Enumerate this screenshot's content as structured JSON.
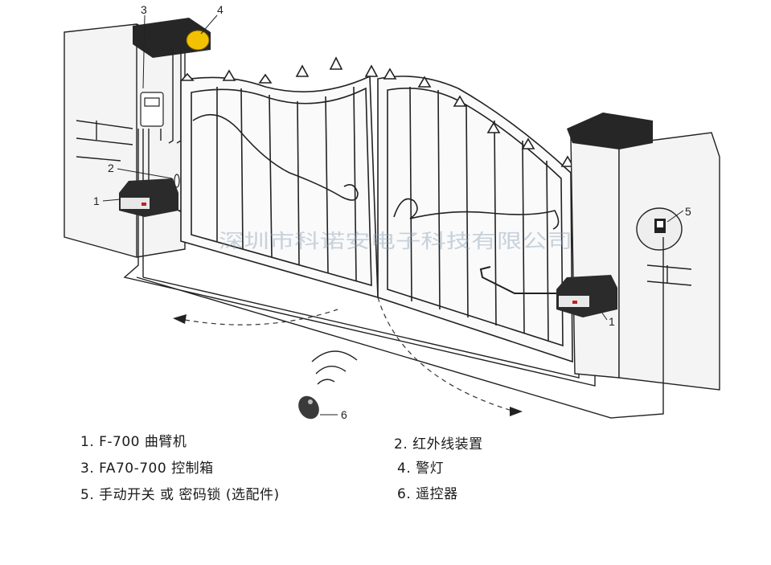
{
  "callouts": [
    "1",
    "2",
    "3",
    "4",
    "5",
    "6"
  ],
  "watermark": "深圳市科诺安电子科技有限公司",
  "legend": [
    {
      "id": "item-1",
      "text": "1. F-700 曲臂机"
    },
    {
      "id": "item-2",
      "text": "2.  红外线装置"
    },
    {
      "id": "item-3",
      "text": "3. FA70-700 控制箱"
    },
    {
      "id": "item-4",
      "text": "4.  警灯"
    },
    {
      "id": "item-5",
      "text": "5. 手动开关  或  密码锁  (选配件)"
    },
    {
      "id": "item-6",
      "text": "6.  遥控器"
    }
  ],
  "colors": {
    "line": "#222222",
    "pillar_cap": "#262626",
    "lamp": "#f2c200",
    "motor": "#2b2b2b"
  }
}
